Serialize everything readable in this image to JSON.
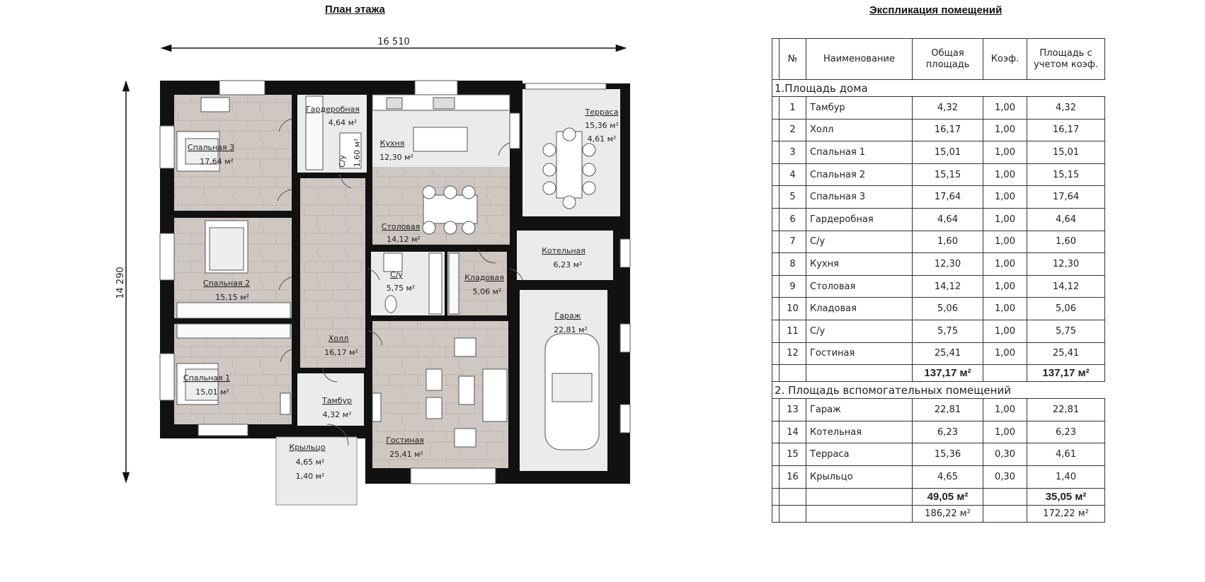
{
  "plan": {
    "title": "План этажа",
    "dim_width": "16 510",
    "dim_height": "14 290",
    "rooms": [
      {
        "name": "Спальная 3",
        "area": "17,64 м²"
      },
      {
        "name": "Гардеробная",
        "area": "4,64 м²"
      },
      {
        "name": "С/у",
        "area": "1,60 м²"
      },
      {
        "name": "Кухня",
        "area": "12,30 м²"
      },
      {
        "name": "Терраса",
        "area": "15,36 м²",
        "area2": "4,61 м²"
      },
      {
        "name": "Спальная 2",
        "area": "15,15 м²"
      },
      {
        "name": "Столовая",
        "area": "14,12 м²"
      },
      {
        "name": "Котельная",
        "area": "6,23 м²"
      },
      {
        "name": "С/у",
        "area": "5,75 м²"
      },
      {
        "name": "Кладовая",
        "area": "5,06 м²"
      },
      {
        "name": "Гараж",
        "area": "22,81 м²"
      },
      {
        "name": "Холл",
        "area": "16,17 м²"
      },
      {
        "name": "Спальная 1",
        "area": "15,01 м²"
      },
      {
        "name": "Тамбур",
        "area": "4,32 м²"
      },
      {
        "name": "Гостиная",
        "area": "25,41 м²"
      },
      {
        "name": "Крыльцо",
        "area": "4,65 м²",
        "area2": "1,40 м²"
      }
    ]
  },
  "table": {
    "title": "Экспликация помещений",
    "headers": [
      "№",
      "Наименование",
      "Общая площадь",
      "Коэф.",
      "Площадь с учетом коэф."
    ],
    "section1_title": "1.Площадь дома",
    "section1_rows": [
      [
        "1",
        "Тамбур",
        "4,32",
        "1,00",
        "4,32"
      ],
      [
        "2",
        "Холл",
        "16,17",
        "1,00",
        "16,17"
      ],
      [
        "3",
        "Спальная 1",
        "15,01",
        "1,00",
        "15,01"
      ],
      [
        "4",
        "Спальная 2",
        "15,15",
        "1,00",
        "15,15"
      ],
      [
        "5",
        "Спальная 3",
        "17,64",
        "1,00",
        "17,64"
      ],
      [
        "6",
        "Гардеробная",
        "4,64",
        "1,00",
        "4,64"
      ],
      [
        "7",
        "С/у",
        "1,60",
        "1,00",
        "1,60"
      ],
      [
        "8",
        "Кухня",
        "12,30",
        "1,00",
        "12,30"
      ],
      [
        "9",
        "Столовая",
        "14,12",
        "1,00",
        "14,12"
      ],
      [
        "10",
        "Кладовая",
        "5,06",
        "1,00",
        "5,06"
      ],
      [
        "11",
        "С/у",
        "5,75",
        "1,00",
        "5,75"
      ],
      [
        "12",
        "Гостиная",
        "25,41",
        "1,00",
        "25,41"
      ]
    ],
    "section1_total": [
      "137,17 м²",
      "137,17 м²"
    ],
    "section2_title": "2. Площадь вспомогательных помещений",
    "section2_rows": [
      [
        "13",
        "Гараж",
        "22,81",
        "1,00",
        "22,81"
      ],
      [
        "14",
        "Котельная",
        "6,23",
        "1,00",
        "6,23"
      ],
      [
        "15",
        "Терраса",
        "15,36",
        "0,30",
        "4,61"
      ],
      [
        "16",
        "Крыльцо",
        "4,65",
        "0,30",
        "1,40"
      ]
    ],
    "section2_total": [
      "49,05 м²",
      "35,05 м²"
    ],
    "grand_total": [
      "186,22 м²",
      "172,22 м²"
    ]
  }
}
